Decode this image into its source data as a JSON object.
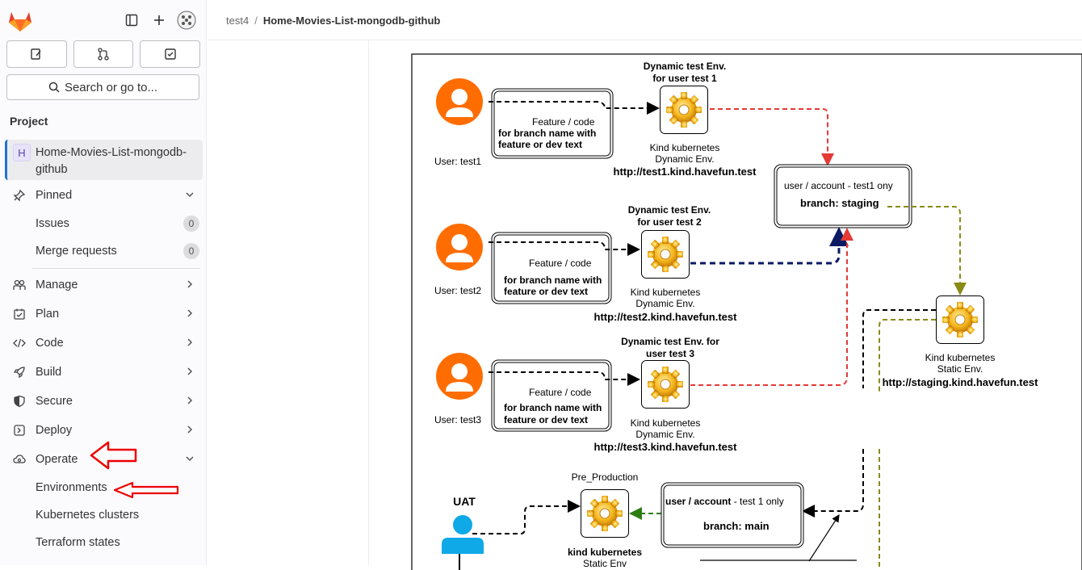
{
  "breadcrumb": [
    "test4",
    "Home-Movies-List-mongodb-github"
  ],
  "search": {
    "label": "Search or go to..."
  },
  "sidebar": {
    "section": "Project",
    "project": {
      "avatar_letter": "H",
      "name": "Home-Movies-List-mongodb-github"
    },
    "pinned": {
      "label": "Pinned",
      "items": [
        {
          "label": "Issues",
          "count": "0"
        },
        {
          "label": "Merge requests",
          "count": "0"
        }
      ]
    },
    "nav": [
      {
        "label": "Manage",
        "icon": "users-icon"
      },
      {
        "label": "Plan",
        "icon": "calendar-icon"
      },
      {
        "label": "Code",
        "icon": "code-icon"
      },
      {
        "label": "Build",
        "icon": "rocket-icon"
      },
      {
        "label": "Secure",
        "icon": "shield-icon"
      },
      {
        "label": "Deploy",
        "icon": "deploy-icon"
      },
      {
        "label": "Operate",
        "icon": "cloud-gear-icon"
      }
    ],
    "operate_items": [
      "Environments",
      "Kubernetes clusters",
      "Terraform states"
    ]
  },
  "diagram": {
    "users": [
      "User:  test1",
      "User:  test2",
      "User:  test3"
    ],
    "feature_title": "Feature / code",
    "feature_body": [
      "for branch name with",
      "feature or  dev text"
    ],
    "dyn_titles": [
      [
        "Dynamic test Env.",
        "for user test 1"
      ],
      [
        "Dynamic test Env.",
        "for user test 2"
      ],
      [
        "Dynamic test Env. for",
        "user test 3"
      ]
    ],
    "kind_label": [
      "Kind kubernetes",
      "Dynamic Env."
    ],
    "urls": [
      "http://test1.kind.havefun.test",
      "http://test2.kind.havefun.test",
      "http://test3.kind.havefun.test"
    ],
    "staging_box": {
      "line1": "user / account - test1 ony",
      "line2": "branch: staging"
    },
    "static_env": {
      "line1": "Kind kubernetes",
      "line2": "Static Env.",
      "url": "http://staging.kind.havefun.test"
    },
    "uat": "UAT",
    "pre_production": "Pre_Production",
    "kind_bottom": [
      "kind kubernetes",
      "Static Env"
    ],
    "main_box": {
      "line1": "user / account",
      "line1b": " - test 1 only",
      "line2": "branch: main"
    }
  },
  "colors": {
    "red_arrow": "#ff0000",
    "red_dash": "#e53935",
    "navy_dash": "#0b1a63",
    "olive_dash": "#8a8a17",
    "green_dash": "#2e7d12",
    "user_orange": "#ff6d00",
    "uat_blue": "#0fa9e8"
  }
}
